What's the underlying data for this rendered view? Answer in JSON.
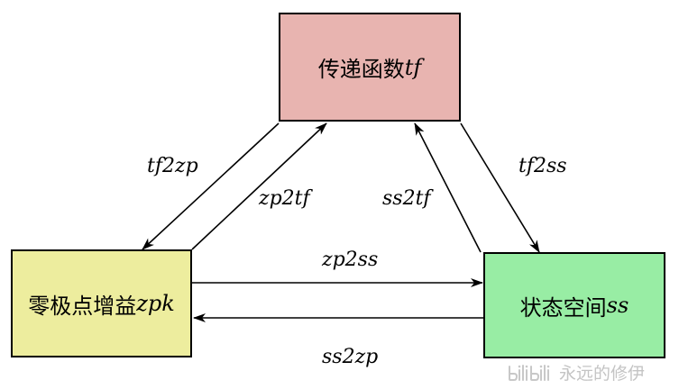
{
  "nodes": {
    "tf": {
      "cn": "传递函数",
      "var": "tf",
      "fill": "#e8b4b0"
    },
    "zpk": {
      "cn": "零极点增益",
      "var": "zpk",
      "fill": "#eded9e"
    },
    "ss": {
      "cn": "状态空间",
      "var": "ss",
      "fill": "#98eda4"
    }
  },
  "edges": {
    "tf2zp": "tf2zp",
    "zp2tf": "zp2tf",
    "ss2tf": "ss2tf",
    "tf2ss": "tf2ss",
    "zp2ss": "zp2ss",
    "ss2zp": "ss2zp"
  },
  "watermark": {
    "logo": "bilibili",
    "text": "永远的修伊"
  }
}
